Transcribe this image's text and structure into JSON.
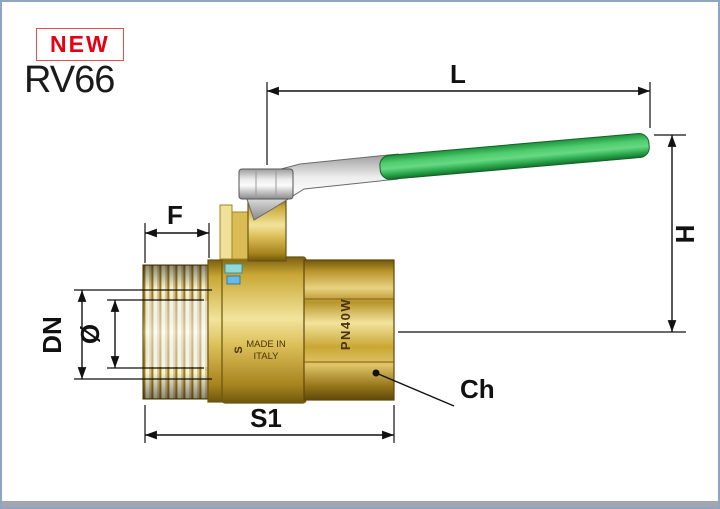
{
  "header": {
    "new_badge": "NEW",
    "model": "RV66"
  },
  "dimension_labels": {
    "L": "L",
    "H": "H",
    "F": "F",
    "DN": "DN",
    "diameter": "Ø",
    "S1": "S1",
    "Ch": "Ch"
  },
  "part_markings": {
    "pressure_rating": "PN40W",
    "made_in_line1": "MADE IN",
    "made_in_line2": "ITALY",
    "brand_mark": "S"
  },
  "colors": {
    "frame_border": "#8ea6c4",
    "badge_red": "#e60012",
    "brass_body": "#c9a735",
    "handle_green": "#2fae4a",
    "steel_gray": "#d9d9d9",
    "seal_cyan": "#8fd8dc",
    "dimension_line": "#111111"
  }
}
